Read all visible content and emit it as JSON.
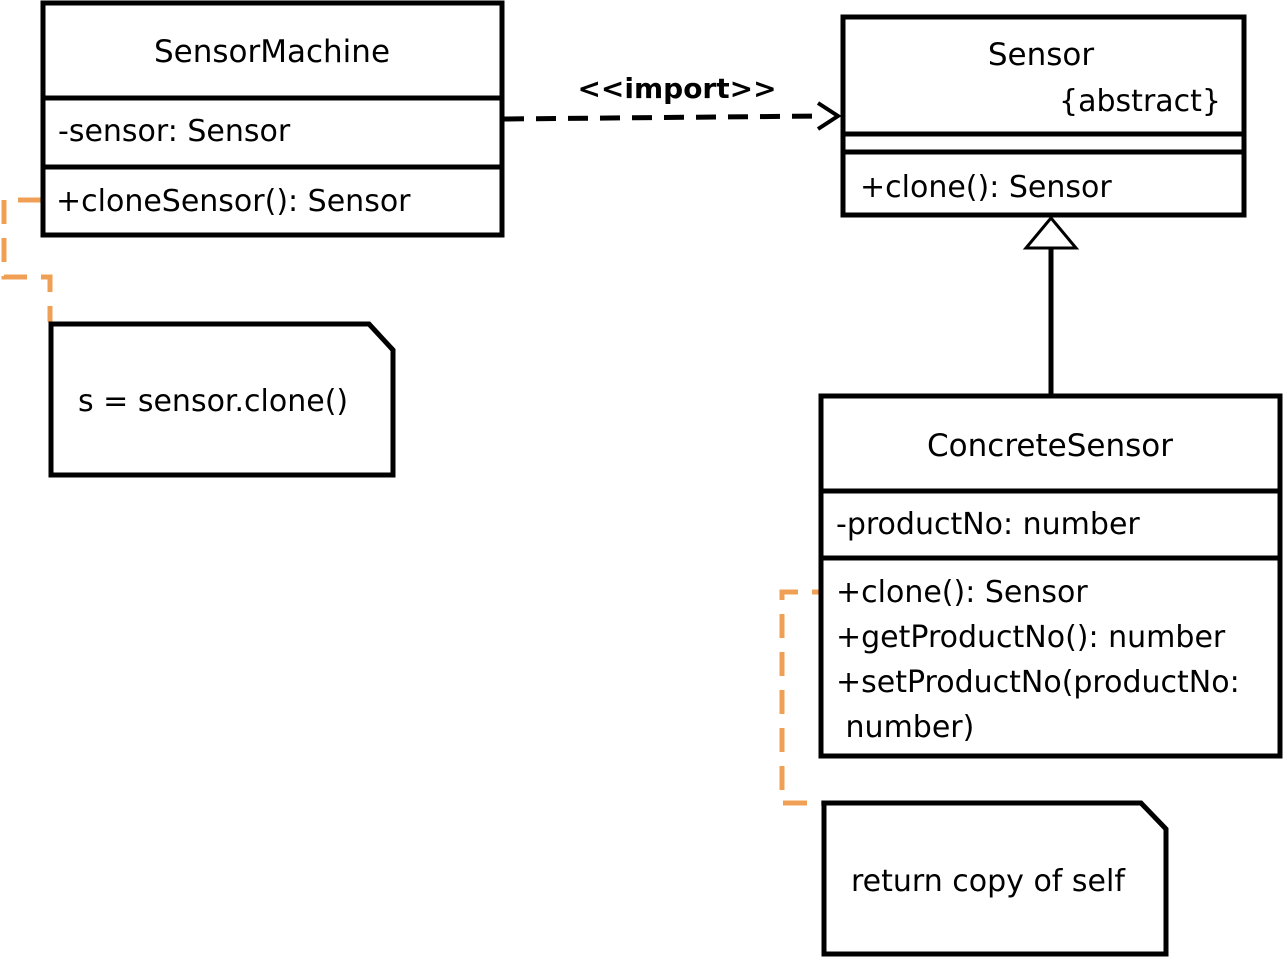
{
  "colors": {
    "note_anchor": "#F0A055",
    "stroke": "#000000",
    "background": "#ffffff"
  },
  "classes": {
    "sensor_machine": {
      "name": "SensorMachine",
      "attributes": [
        "-sensor: Sensor"
      ],
      "operations": [
        "+cloneSensor(): Sensor"
      ]
    },
    "sensor": {
      "name": "Sensor",
      "modifier": "{abstract}",
      "attributes": [],
      "operations": [
        "+clone(): Sensor"
      ]
    },
    "concrete_sensor": {
      "name": "ConcreteSensor",
      "attributes": [
        "-productNo: number"
      ],
      "operations": [
        "+clone(): Sensor",
        "+getProductNo(): number",
        "+setProductNo(productNo:",
        " number)"
      ]
    }
  },
  "relations": {
    "import_label": "<<import>>"
  },
  "notes": {
    "machine_note": "s = sensor.clone()",
    "concrete_note": "return copy of self"
  }
}
